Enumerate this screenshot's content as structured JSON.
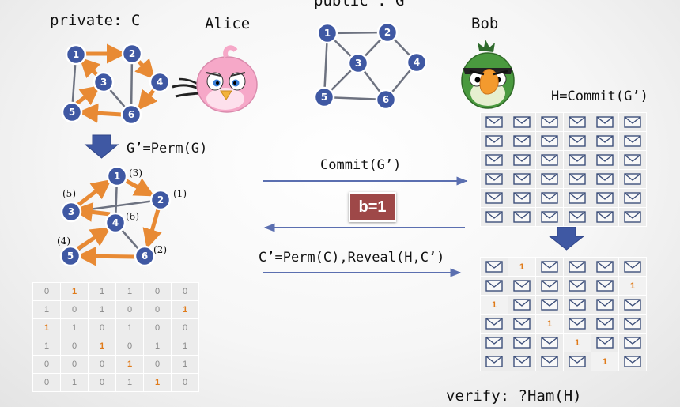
{
  "labels": {
    "private": "private: C",
    "public": "public : G",
    "alice": "Alice",
    "bob": "Bob",
    "h_commit": "H=Commit(G’)",
    "g_perm": "G’=Perm(G)",
    "commit_msg": "Commit(G’)",
    "challenge": "b=1",
    "reveal_msg": "C’=Perm(C),Reveal(H,C’)",
    "verify": "verify: ?Ham(H)"
  },
  "graph_nodes": [
    "1",
    "2",
    "3",
    "4",
    "5",
    "6"
  ],
  "degree_labels": [
    "(3)",
    "(1)",
    "(5)",
    "(6)",
    "(4)",
    "(2)"
  ],
  "colors": {
    "node": "#3f58a3",
    "highlight": "#e88a34",
    "edge": "#6d7280",
    "arrow": "#5b6fb0",
    "badge": "#9e4848"
  },
  "adjacency_matrix": [
    [
      "0",
      "1",
      "1",
      "1",
      "0",
      "0"
    ],
    [
      "1",
      "0",
      "1",
      "0",
      "0",
      "1"
    ],
    [
      "1",
      "1",
      "0",
      "1",
      "0",
      "0"
    ],
    [
      "1",
      "0",
      "1",
      "0",
      "1",
      "1"
    ],
    [
      "0",
      "0",
      "0",
      "1",
      "0",
      "1"
    ],
    [
      "0",
      "1",
      "0",
      "1",
      "1",
      "0"
    ]
  ],
  "matrix_highlights": [
    [
      0,
      1
    ],
    [
      1,
      5
    ],
    [
      2,
      0
    ],
    [
      3,
      2
    ],
    [
      4,
      3
    ],
    [
      5,
      4
    ]
  ],
  "revealed_ones": [
    [
      0,
      1
    ],
    [
      1,
      5
    ],
    [
      2,
      0
    ],
    [
      3,
      2
    ],
    [
      4,
      3
    ],
    [
      5,
      4
    ]
  ],
  "revealed_value": "1",
  "icons": [
    "envelope-icon",
    "alice-bird-icon",
    "bob-bird-icon"
  ]
}
